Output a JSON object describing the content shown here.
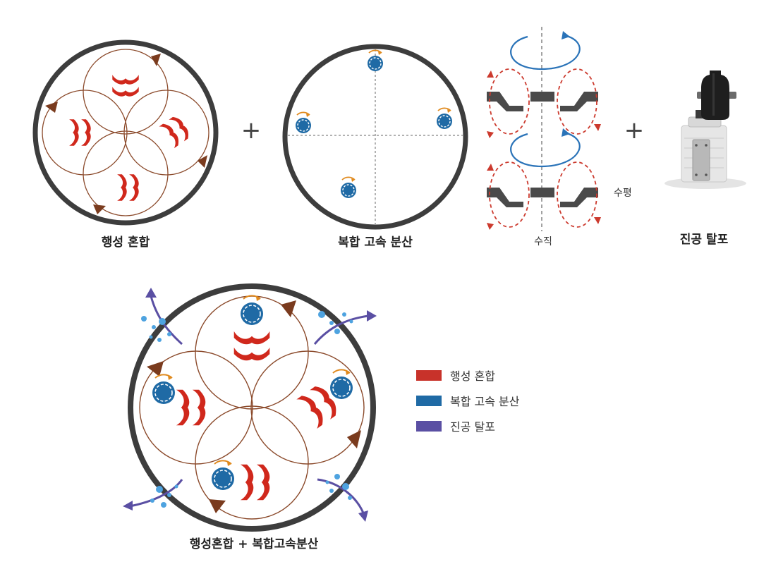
{
  "panels": {
    "planetary": {
      "caption": "행성 혼합"
    },
    "dispersion": {
      "caption": "복합 고속 분산"
    },
    "vortex": {
      "horizontal_label": "수평",
      "vertical_label": "수직"
    },
    "vacuum": {
      "caption": "진공 탈포"
    },
    "combined": {
      "caption": "행성혼합 + 복합고속분산"
    }
  },
  "operators": {
    "plus_1": "+",
    "plus_2": "+"
  },
  "legend": {
    "items": [
      {
        "label": "행성 혼합",
        "color": "#c8322a"
      },
      {
        "label": "복합 고속 분산",
        "color": "#1f6aa5"
      },
      {
        "label": "진공 탈포",
        "color": "#5a4fa3"
      }
    ]
  },
  "colors": {
    "ring": "#3d3d3d",
    "orbit": "#8b4a2b",
    "arrowhead": "#7a3b1e",
    "planetary_blade": "#d0281c",
    "disperser": "#1f6aa5",
    "disperser_arrow": "#e08a1e",
    "vortex_arrow": "#2a73b8",
    "flow_dash": "#cc3a2e",
    "vacuum_arrow": "#5a4fa3",
    "bubble": "#4ea3e0"
  }
}
